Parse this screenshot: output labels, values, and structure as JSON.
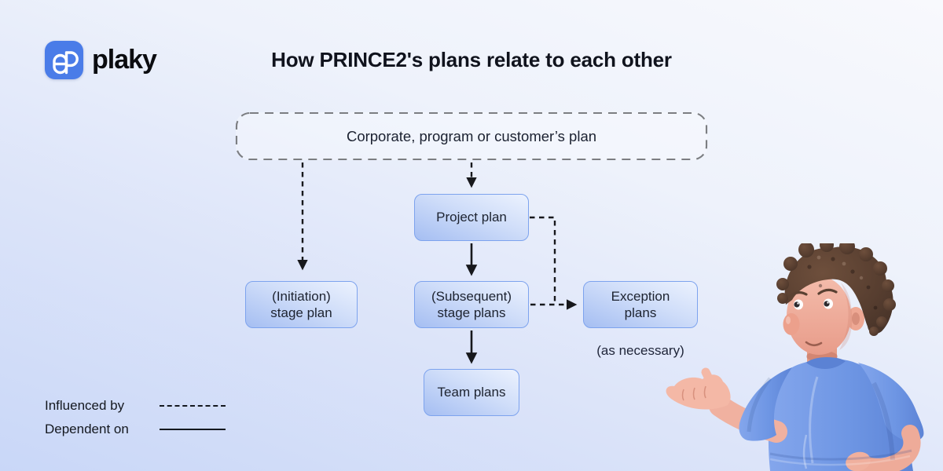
{
  "brand": {
    "name": "plaky"
  },
  "title": "How PRINCE2's plans relate to each other",
  "diagram": {
    "corporate_box": "Corporate, program or customer’s plan",
    "project_plan": "Project plan",
    "initiation_stage_plan": "(Initiation)\nstage plan",
    "subsequent_stage_plans": "(Subsequent)\nstage plans",
    "exception_plans": "Exception\nplans",
    "exception_note": "(as necessary)",
    "team_plans": "Team plans",
    "edges": [
      {
        "from": "corporate-plan",
        "to": "initiation-stage-plan",
        "style": "dashed"
      },
      {
        "from": "corporate-plan",
        "to": "project-plan",
        "style": "dashed"
      },
      {
        "from": "project-plan",
        "to": "subsequent-stage-plans",
        "style": "solid"
      },
      {
        "from": "project-plan",
        "to": "exception-plans",
        "style": "dashed"
      },
      {
        "from": "subsequent-stage-plans",
        "to": "exception-plans",
        "style": "dashed"
      },
      {
        "from": "subsequent-stage-plans",
        "to": "team-plans",
        "style": "solid"
      }
    ]
  },
  "legend": [
    {
      "label": "Influenced by",
      "line_style": "dashed"
    },
    {
      "label": "Dependent on",
      "line_style": "solid"
    }
  ],
  "colors": {
    "background_top": "#f8f9fd",
    "background_bottom": "#c9d7f8",
    "brand_blue": "#4a7ce8",
    "node_border": "#7da3ee",
    "node_fill_dark": "#a5bef2",
    "node_fill_light": "#ecf2fe",
    "line": "#17181c",
    "text": "#1d2330",
    "shirt_blue": "#6e96e4",
    "skin": "#f0ae9d",
    "hair": "#543c2f"
  },
  "illustration": {
    "alt": "3D man with curly brown hair in a blue t-shirt presenting the diagram with an open palm"
  }
}
